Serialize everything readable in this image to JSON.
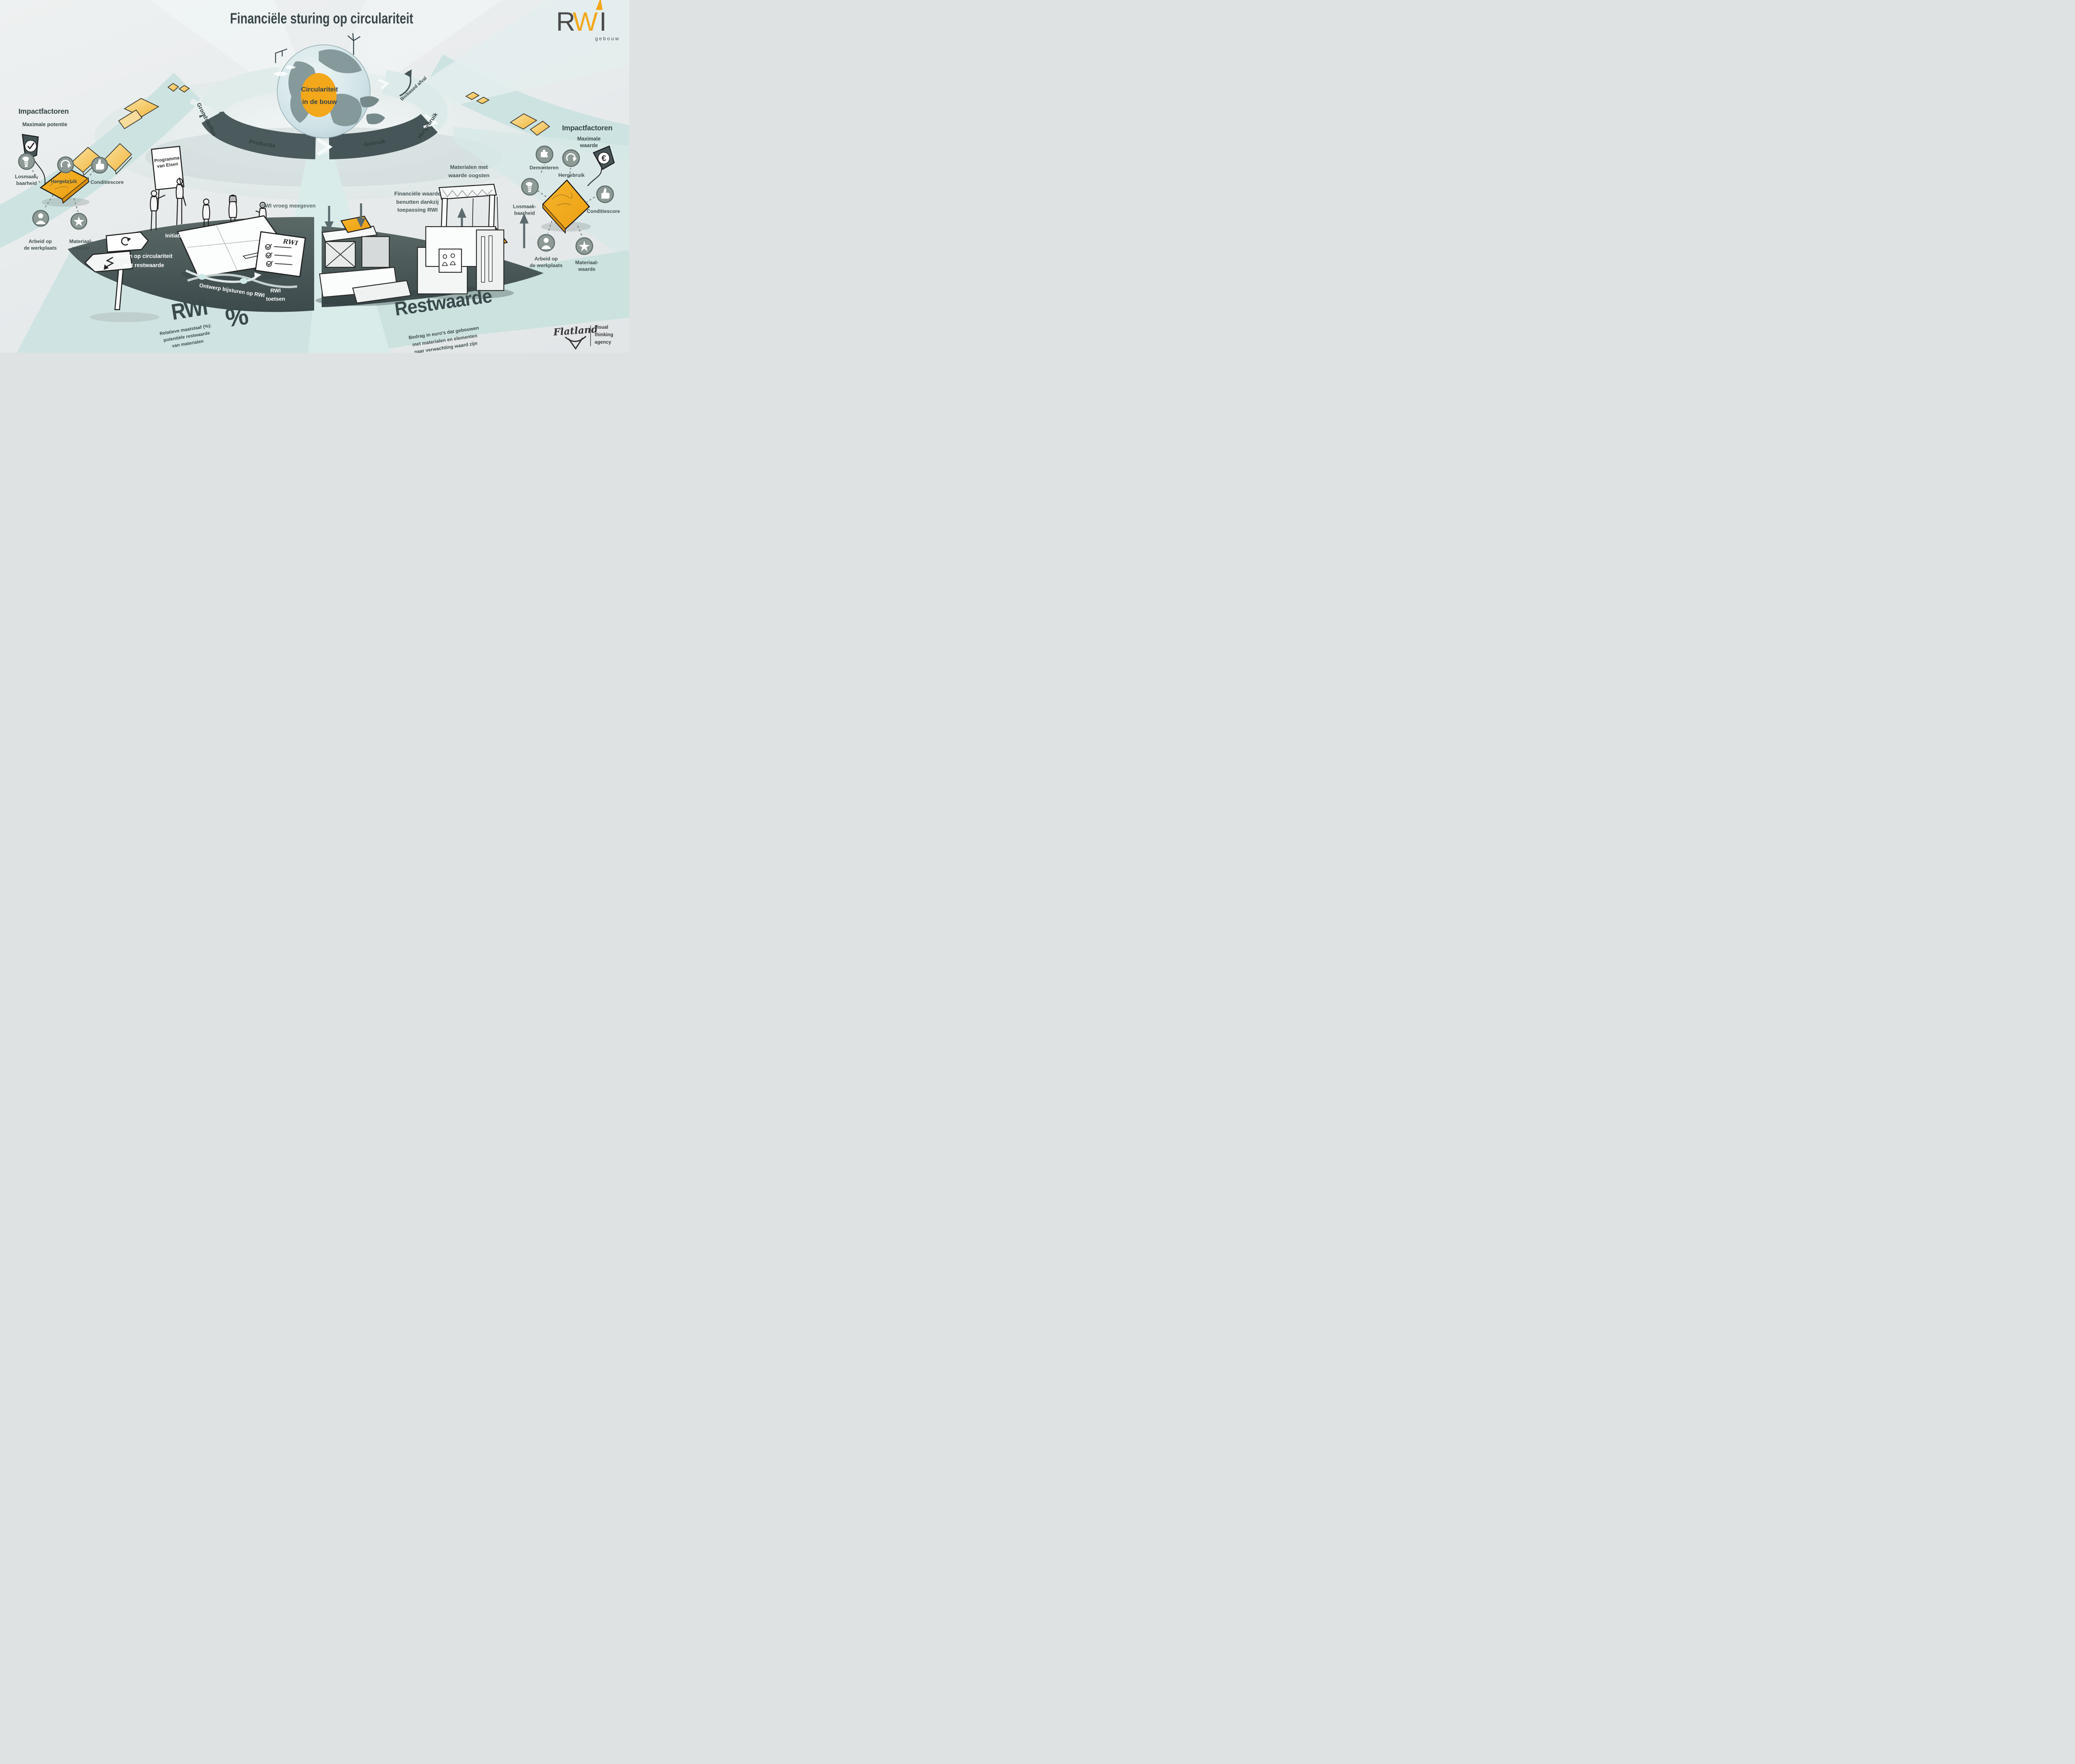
{
  "header": {
    "title": "Financiële sturing op circulariteit"
  },
  "logo": {
    "r": "R",
    "w": "W",
    "i": "I",
    "sub": "gebouw"
  },
  "globe": {
    "badge": "Circulariteit\nin de bouw"
  },
  "ring": {
    "grondstoffen": "Grondstoffen",
    "productie": "Productie",
    "gebruik": "Gebruik",
    "hergebruik": "Hergebruik",
    "biobased": "Biobased afval"
  },
  "impact_left": {
    "title": "Impactfactoren",
    "subtitle": "Maximale potentie",
    "hergebruik": "Hergebruik",
    "losmaak": "Losmaak-\nbaarheid",
    "conditiescore": "Conditiescore",
    "arbeid": "Arbeid op\nde werkplaats",
    "materiaal": "Materiaal-\nwaarde"
  },
  "impact_right": {
    "title": "Impactfactoren",
    "subtitle": "Maximale waarde",
    "demonteren": "Demonteren",
    "hergebruik": "Hergebruik",
    "losmaak": "Losmaak-\nbaarheid",
    "conditiescore": "Conditiescore",
    "arbeid": "Arbeid op\nde werkplaats",
    "materiaal": "Materiaal-\nwaarde"
  },
  "process": {
    "flipchart": "Programma\nvan Eisen",
    "initiatief": "Initiatieffase",
    "vroeg": "RWI vroeg meegeven",
    "sturen": "Sturen op circulariteit\nmet restwaarde",
    "ontwerp": "Ontwerp bijsturen op RWI",
    "toetsen": "RWI\ntoetsen",
    "doc": "RWI"
  },
  "rwi": {
    "term": "RWI",
    "percent": "%",
    "definition": "Relatieve maatstaaf (%):\npotentiële restwaarde\nvan materialen"
  },
  "harvest": {
    "oogsten": "Materialen met\nwaarde oogsten",
    "benutten": "Financiële waarde\nbenutten dankzij\ntoepassing RWI"
  },
  "restwaarde": {
    "term": "Restwaarde",
    "definition": "Bedrag in euro's dat gebouwen\nmet materialen en elementen\nnaar verwachting waard zijn"
  },
  "footer": {
    "brand": "Flatland",
    "tagline": "visual\nthinking\nagency"
  },
  "icons": {
    "euro": "€"
  },
  "colors": {
    "orange": "#F3A71B",
    "dark_slate": "#42514F",
    "teal": "#CDE3E1",
    "yellow": "#F6C966",
    "text_dark": "#3E4C4E"
  }
}
